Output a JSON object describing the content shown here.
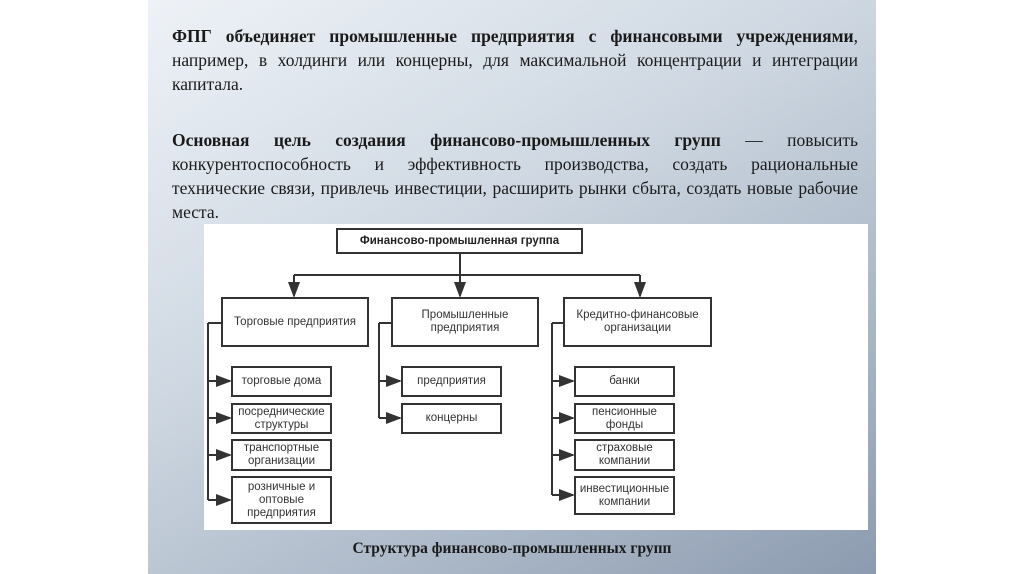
{
  "paragraph1": {
    "bold": "ФПГ объединяет промышленные предприятия с финансовыми учреждениями",
    "rest": ", например, в холдинги или концерны, для максимальной концентрации и интеграции капитала."
  },
  "paragraph2": {
    "bold": "Основная цель создания финансово-промышленных групп",
    "rest": " — повысить конкурентоспособность и эффективность производства, создать рациональные технические связи, привлечь инвестиции, расширить рынки сбыта, создать новые рабочие места."
  },
  "diagram": {
    "root": "Финансово-промышленная группа",
    "groups": [
      {
        "label": "Торговые предприятия",
        "children": [
          "торговые дома",
          "посреднические структуры",
          "транспортные организации",
          "розничные и оптовые предприятия"
        ]
      },
      {
        "label": "Промышленные предприятия",
        "children": [
          "предприятия",
          "концерны"
        ]
      },
      {
        "label": "Кредитно-финансовые организации",
        "children": [
          "банки",
          "пенсионные фонды",
          "страховые компании",
          "инвестиционные компании"
        ]
      }
    ]
  },
  "caption": "Структура финансово-промышленных групп"
}
